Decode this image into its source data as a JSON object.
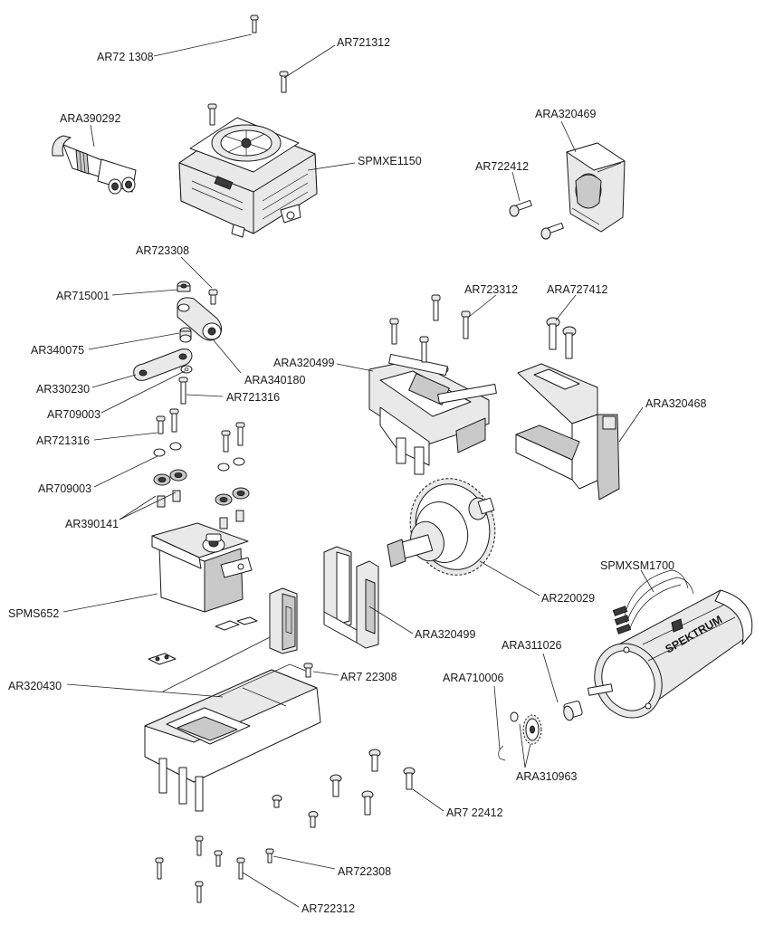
{
  "labels": {
    "ar721308": "AR72 1308",
    "ar721312_top": "AR721312",
    "ara390292": "ARA390292",
    "spmxe1150": "SPMXE1150",
    "ara320469": "ARA320469",
    "ar722412_top": "AR722412",
    "ar723308": "AR723308",
    "ar715001": "AR715001",
    "ar340075": "AR340075",
    "ara340180": "ARA340180",
    "ar330230": "AR330230",
    "ar721316_a": "AR721316",
    "ar709003_a": "AR709003",
    "ar721316_b": "AR721316",
    "ar709003_b": "AR709003",
    "ar390141": "AR390141",
    "ar723312": "AR723312",
    "ara727412": "ARA727412",
    "ara320499_top": "ARA320499",
    "ara320468": "ARA320468",
    "ar220029": "AR220029",
    "spmxsm1700": "SPMXSM1700",
    "ara320499_bottom": "ARA320499",
    "spms652": "SPMS652",
    "ara311026": "ARA311026",
    "ara710006": "ARA710006",
    "ar320430": "AR320430",
    "ar722308_a": "AR7 22308",
    "ara310963": "ARA310963",
    "ar722412_bottom": "AR7 22412",
    "ar722308_b": "AR722308",
    "ar722312": "AR722312"
  },
  "branding": {
    "motor_logo": "SPEKTRUM"
  }
}
